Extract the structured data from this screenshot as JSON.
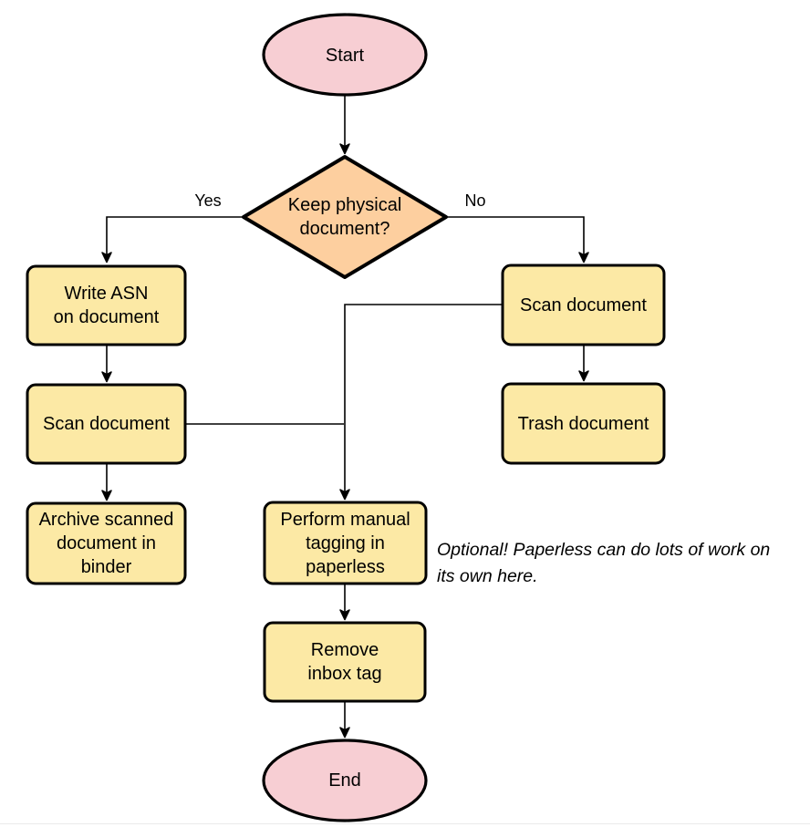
{
  "diagram": {
    "colors": {
      "terminal_fill": "#f7ced3",
      "decision_fill": "#fdcf9f",
      "process_fill": "#fce9a5",
      "stroke": "#000000"
    },
    "nodes": {
      "start": "Start",
      "decision": "Keep physical\ndocument?",
      "write_asn": "Write ASN\non document",
      "scan_left": "Scan document",
      "archive": "Archive scanned\ndocument in\nbinder",
      "scan_right": "Scan document",
      "trash": "Trash document",
      "tagging": "Perform manual\ntagging in\npaperless",
      "remove_inbox": "Remove\ninbox tag",
      "end": "End"
    },
    "edge_labels": {
      "yes": "Yes",
      "no": "No"
    },
    "note": "Optional! Paperless can do lots of work on\nits own here."
  }
}
